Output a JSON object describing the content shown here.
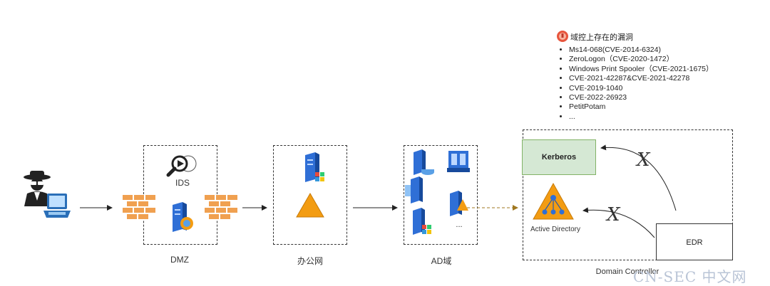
{
  "vulnerabilities": {
    "title": "域控上存在的漏洞",
    "items": [
      "Ms14-068(CVE-2014-6324)",
      "ZeroLogon（CVE-2020-1472）",
      "Windows Print Spooler（CVE-2021-1675）",
      "CVE-2021-42287&CVE-2021-42278",
      "CVE-2019-1040",
      "CVE-2022-26923",
      "PetitPotam",
      "..."
    ]
  },
  "zones": {
    "dmz": {
      "label": "DMZ",
      "ids_label": "IDS"
    },
    "office": {
      "label": "办公网"
    },
    "ad_domain": {
      "label": "AD域",
      "ellipsis": "..."
    },
    "domain_controller": {
      "label": "Domain Controller",
      "kerberos_label": "Kerberos",
      "ad_label": "Active Directory",
      "edr_label": "EDR",
      "blocked_mark": "X"
    }
  },
  "watermark": "CN-SEC 中文网",
  "colors": {
    "firewall": "#f0a050",
    "kerberos_fill": "#d5e8d4",
    "kerberos_border": "#82b366",
    "ad_triangle": "#f39c12",
    "server_blue": "#2f6fd6",
    "laptop_blue": "#2a6fb8"
  }
}
